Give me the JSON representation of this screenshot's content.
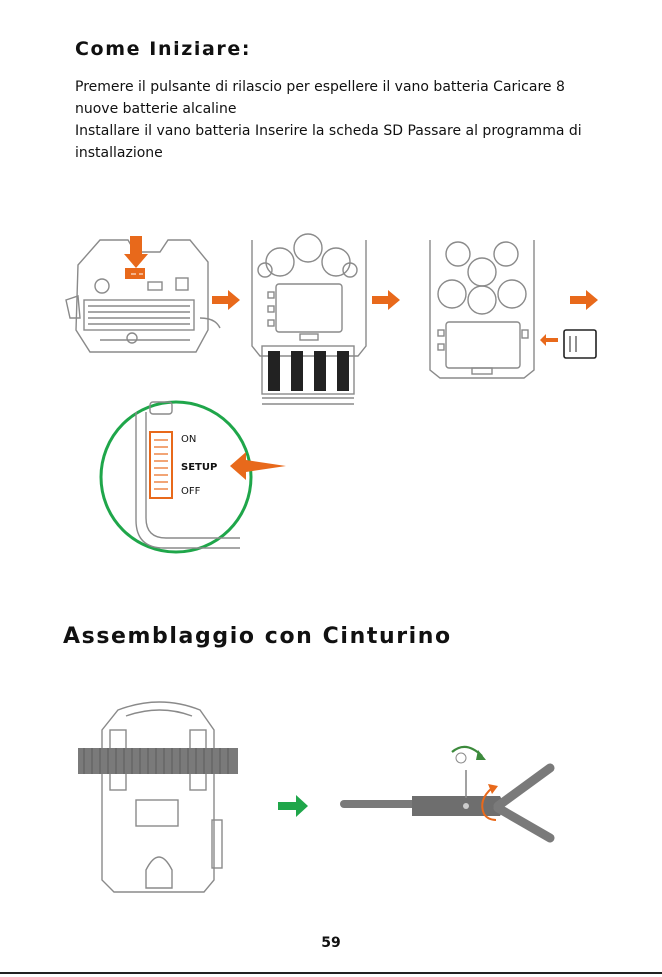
{
  "section1": {
    "title": "Come Iniziare:",
    "paragraphs": [
      "Premere il pulsante di rilascio per espellere il vano batteria Caricare 8 nuove batterie alcaline",
      "Installare il vano batteria Inserire la scheda SD Passare al programma di installazione"
    ]
  },
  "switch": {
    "on_label": "ON",
    "setup_label": "SETUP",
    "off_label": "OFF"
  },
  "section2": {
    "title": "Assemblaggio con Cinturino"
  },
  "page_number": "59",
  "colors": {
    "accent_orange": "#e8691b",
    "accent_green": "#1fa64a",
    "line_gray": "#8a8a8a",
    "rotate_green": "#3c8a3c"
  }
}
